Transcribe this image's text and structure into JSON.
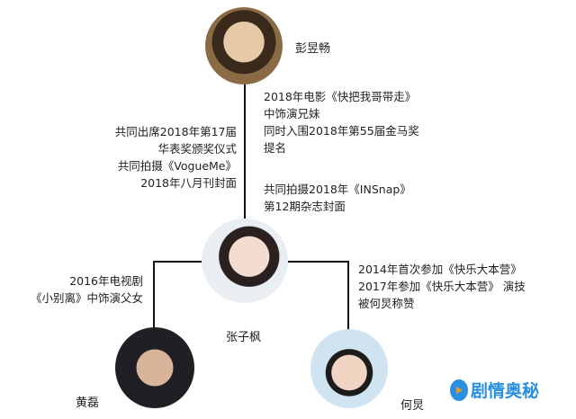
{
  "people": {
    "top": "彭昱畅",
    "center": "张子枫",
    "left": "黄磊",
    "right": "何炅"
  },
  "relations": {
    "top_right": [
      "2018年电影《快把我哥带走》",
      "中饰演兄妹",
      "同时入围2018年第55届金马奖",
      "提名"
    ],
    "top_left": [
      "共同出席2018年第17届",
      "华表奖颁奖仪式",
      "共同拍摄《VogueMe》",
      "2018年八月刊封面"
    ],
    "top_right2": [
      "共同拍摄2018年《INSnap》",
      "第12期杂志封面"
    ],
    "left": [
      "2016年电视剧",
      "《小别离》中饰演父女"
    ],
    "right": [
      "2014年首次参加《快乐大本营》",
      "2017年参加《快乐大本营》 演技",
      "被何炅称赞"
    ]
  },
  "watermark": "剧情奥秘"
}
